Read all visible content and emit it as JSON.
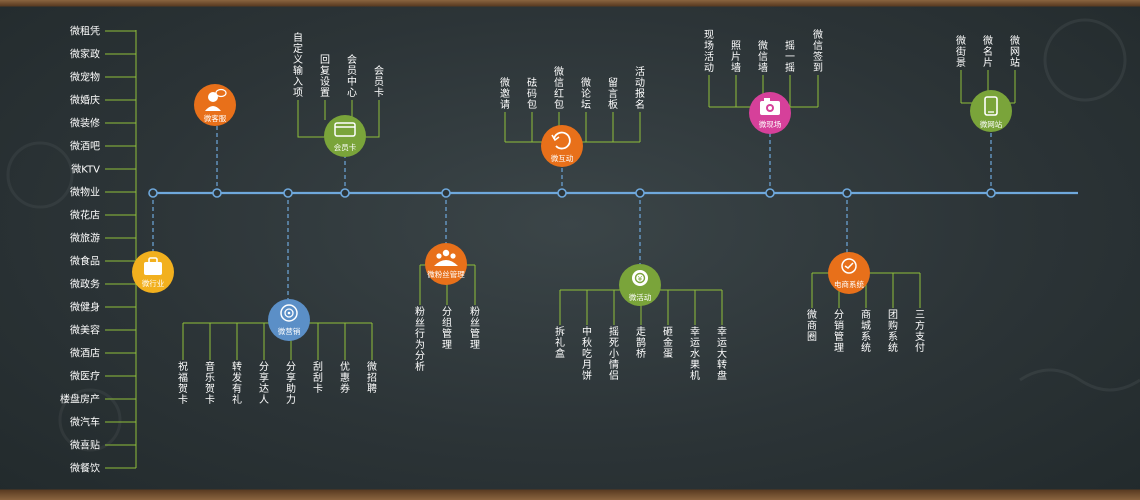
{
  "industries": [
    "微租凭",
    "微家政",
    "微宠物",
    "微婚庆",
    "微装修",
    "微酒吧",
    "微KTV",
    "微物业",
    "微花店",
    "微旅游",
    "微食品",
    "微政务",
    "微健身",
    "微美容",
    "微酒店",
    "微医疗",
    "楼盘房产",
    "微汽车",
    "微喜贴",
    "微餐饮"
  ],
  "hubs": {
    "industry": {
      "label": "微行业",
      "color": "#f2b01e",
      "icon": "bag-icon"
    },
    "customer_service": {
      "label": "微客服",
      "color": "#e8701a",
      "icon": "headset-icon"
    },
    "member_card": {
      "label": "会员卡",
      "color": "#7aa43a",
      "icon": "card-icon",
      "items": [
        "自定义输入项",
        "回复设置",
        "会员中心",
        "会员卡"
      ]
    },
    "marketing": {
      "label": "微营销",
      "color": "#5b8fc7",
      "icon": "target-icon",
      "items": [
        "祝福贺卡",
        "音乐贺卡",
        "转发有礼",
        "分享达人",
        "分享助力",
        "刮刮卡",
        "优惠券",
        "微招聘"
      ]
    },
    "fans": {
      "label": "微粉丝管理",
      "color": "#e8701a",
      "icon": "group-icon",
      "items": [
        "粉丝行为分析",
        "分组管理",
        "粉丝管理"
      ]
    },
    "interaction": {
      "label": "微互动",
      "color": "#e8701a",
      "icon": "refresh-icon",
      "items": [
        "微邀请",
        "砝码包",
        "微信红包",
        "微论坛",
        "留言板",
        "活动报名"
      ]
    },
    "activity": {
      "label": "微活动",
      "color": "#7aa43a",
      "icon": "gift-icon",
      "items": [
        "拆礼盒",
        "中秋吃月饼",
        "摇死小情侣",
        "走鹊桥",
        "砸金蛋",
        "幸运水果机",
        "幸运大转盘"
      ]
    },
    "scene": {
      "label": "微现场",
      "color": "#d6409a",
      "icon": "camera-icon",
      "items": [
        "现场活动",
        "照片墙",
        "微信墙",
        "摇一摇",
        "微信签到"
      ]
    },
    "ecommerce": {
      "label": "电商系统",
      "color": "#e8701a",
      "icon": "cart-icon",
      "items": [
        "微商圈",
        "分销管理",
        "商城系统",
        "团购系统",
        "三方支付"
      ]
    },
    "website": {
      "label": "微网站",
      "color": "#7aa43a",
      "icon": "phone-icon",
      "items": [
        "微街景",
        "微名片",
        "微网站"
      ]
    }
  },
  "colors": {
    "axis": "#6fa8dc",
    "connector": "#8fbf3a",
    "text": "#ffffff",
    "board": "#2c3437"
  }
}
